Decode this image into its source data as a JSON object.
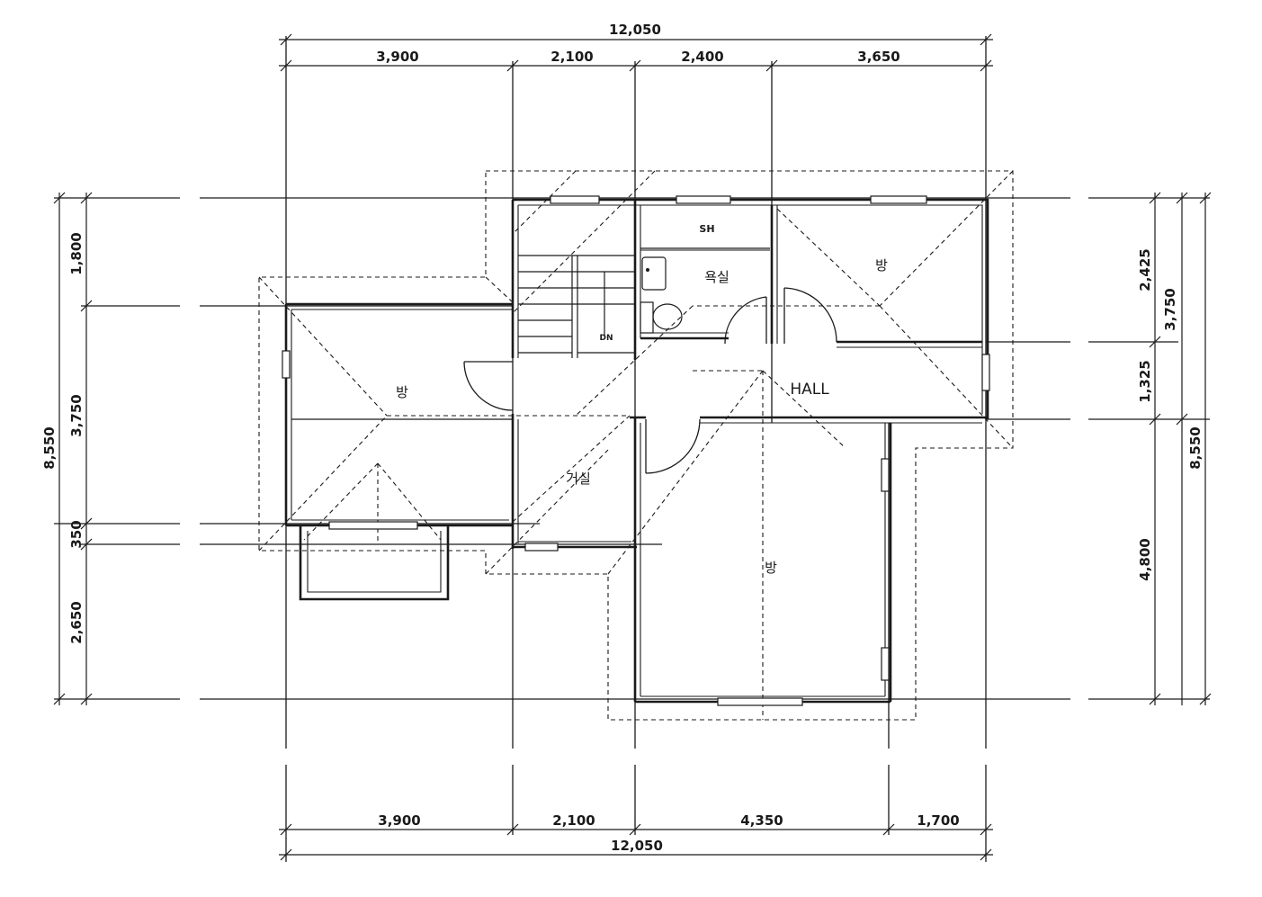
{
  "top_dims": {
    "total": "12,050",
    "segments": [
      "3,900",
      "2,100",
      "2,400",
      "3,650"
    ]
  },
  "bottom_dims": {
    "total": "12,050",
    "segments": [
      "3,900",
      "2,100",
      "4,350",
      "1,700"
    ]
  },
  "left_dims": {
    "total": "8,550",
    "segments": [
      "1,800",
      "3,750",
      "350",
      "2,650"
    ]
  },
  "right_dims": {
    "total": "8,550",
    "inner": [
      "2,425",
      "1,325",
      "4,800"
    ],
    "outer": [
      "3,750"
    ]
  },
  "rooms": {
    "left_room": "방",
    "top_right_room": "방",
    "bottom_room": "방",
    "bathroom": "욕실",
    "shower": "SH",
    "living": "거실",
    "hall": "HALL",
    "stair_dn": "DN"
  }
}
